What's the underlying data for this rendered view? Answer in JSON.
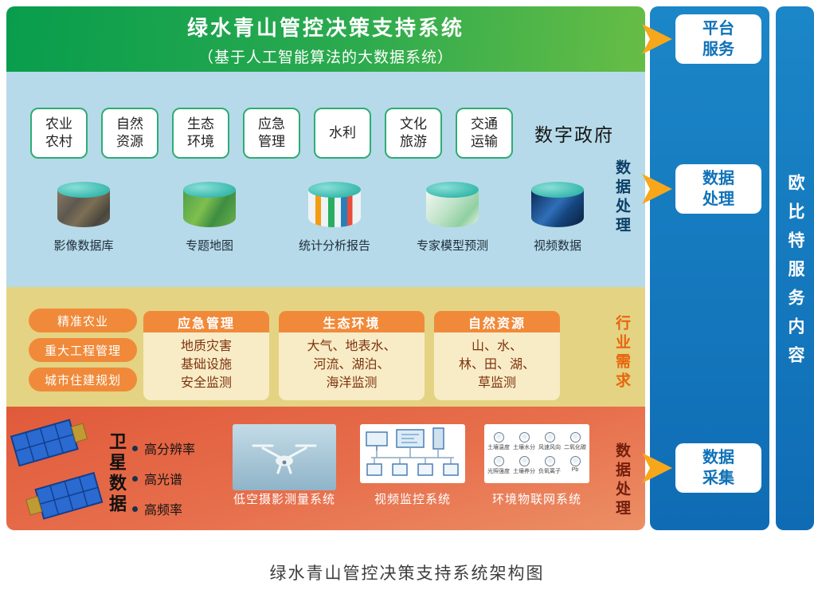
{
  "banner": {
    "title": "绿水青山管控决策支持系统",
    "subtitle": "（基于人工智能算法的大数据系统）"
  },
  "platform": {
    "departments": [
      "农业\n农村",
      "自然\n资源",
      "生态\n环境",
      "应急\n管理",
      "水利",
      "文化\n旅游",
      "交通\n运输"
    ],
    "digital_gov": "数字政府",
    "data_assets": [
      {
        "label": "影像数据库",
        "icon": "imagery-database-cylinder-icon"
      },
      {
        "label": "专题地图",
        "icon": "thematic-map-cylinder-icon"
      },
      {
        "label": "统计分析报告",
        "icon": "statistics-report-cylinder-icon"
      },
      {
        "label": "专家模型预测",
        "icon": "expert-model-cylinder-icon"
      },
      {
        "label": "视频数据",
        "icon": "video-data-cylinder-icon"
      }
    ],
    "side_label": "数据处理"
  },
  "industry": {
    "pills": [
      "精准农业",
      "重大工程管理",
      "城市住建规划"
    ],
    "groups": [
      {
        "header": "应急管理",
        "body": "地质灾害\n基础设施\n安全监测"
      },
      {
        "header": "生态环境",
        "body": "大气、地表水、\n河流、湖泊、\n海洋监测"
      },
      {
        "header": "自然资源",
        "body": "山、水、\n林、田、湖、\n草监测"
      }
    ],
    "side_label": "行业需求"
  },
  "collection": {
    "satellite_title": "卫星数据",
    "bullets": [
      "高分辨率",
      "高光谱",
      "高频率"
    ],
    "systems": [
      {
        "label": "低空摄影测量系统",
        "icon": "drone-photogrammetry-image"
      },
      {
        "label": "视频监控系统",
        "icon": "video-surveillance-diagram"
      },
      {
        "label": "环境物联网系统",
        "icon": "environment-iot-diagram"
      }
    ],
    "iot_sensors": [
      "土壤温度",
      "土壤水分",
      "风速风向",
      "二氧化碳",
      "光照强度",
      "土壤养分",
      "负氧离子",
      "Pb"
    ],
    "side_label": "数据处理"
  },
  "service_panel": {
    "boxes": [
      "平台\n服务",
      "数据\n处理",
      "数据\n采集"
    ],
    "vertical_label": "欧比特服务内容"
  },
  "caption": "绿水青山管控决策支持系统架构图",
  "colors": {
    "banner_green": "#18a351",
    "layer_blue": "#b6dae9",
    "layer_yellow": "#e4d382",
    "layer_orange": "#e76f4c",
    "accent_orange": "#f08a3a",
    "arrow_orange": "#f8a71b",
    "service_blue": "#1480c4",
    "cylinder_teal": "#3fbcb1",
    "dept_border_green": "#2eac73"
  }
}
